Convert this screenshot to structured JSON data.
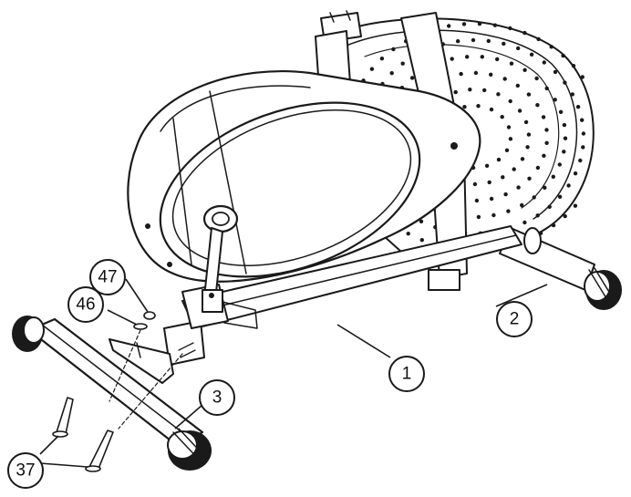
{
  "callouts": {
    "part_1": "1",
    "part_2": "2",
    "part_3": "3",
    "part_37": "37",
    "part_46": "46",
    "part_47": "47"
  },
  "colors": {
    "ink": "#1a1a1a",
    "paper": "#ffffff"
  }
}
